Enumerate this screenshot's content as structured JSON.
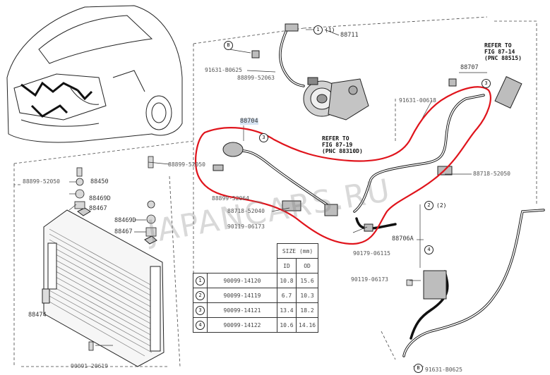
{
  "watermark": "JAPANCARS.RU",
  "part_labels": {
    "p88711": "88711",
    "p91631_b0625_top": "91631-B0625",
    "p88899_52063": "88899-52063",
    "p88704": "88704",
    "p88707": "88707",
    "p91631_00618": "91631-00618",
    "p88899_52050": "88899-52050",
    "p88899_52050_left": "88899-52050",
    "p88450": "88450",
    "p88469d": "88469D",
    "p88467_a": "88467",
    "p88469d_b": "88469D",
    "p88467_b": "88467",
    "p88718_52040": "88718-52040",
    "p90119_06173_a": "90119-06173",
    "p88718_52050": "88718-52050",
    "p90179_06115": "90179-06115",
    "p88706a": "88706A",
    "p90119_06173_b": "90119-06173",
    "p88474": "88474",
    "p90091_20619": "90091-20619",
    "p91631_b0625_bot": "91631-B0625",
    "p88899_52064": "88899-52064"
  },
  "circle_labels": {
    "c1": "1",
    "c1_paren": "(1)",
    "c2": "2",
    "c2_paren": "(2)",
    "c3": "3",
    "c3_diag": "3",
    "c4": "4",
    "cb_top": "B",
    "cb_bot": "B"
  },
  "notes": {
    "refer_87_14": "REFER TO\nFIG 87-14\n(PNC 88515)",
    "refer_87_19": "REFER TO\nFIG 87-19\n(PNC 88310D)"
  },
  "size_table": {
    "header": "SIZE (mm)",
    "col_id": "ID",
    "col_od": "OD",
    "rows": [
      {
        "n": "1",
        "part": "90099-14120",
        "id": "10.8",
        "od": "15.6"
      },
      {
        "n": "2",
        "part": "90099-14119",
        "id": "6.7",
        "od": "10.3"
      },
      {
        "n": "3",
        "part": "90099-14121",
        "id": "13.4",
        "od": "18.2"
      },
      {
        "n": "4",
        "part": "90099-14122",
        "id": "10.6",
        "od": "14.16"
      }
    ]
  },
  "colors": {
    "highlight": "#e0141c",
    "line": "#222222",
    "text": "#555555"
  }
}
